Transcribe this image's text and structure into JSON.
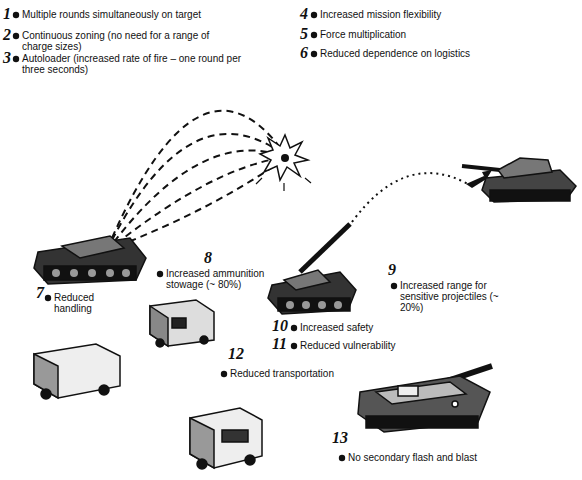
{
  "diagram": {
    "labels": [
      "1",
      "Multiple rounds simultaneously on target",
      "2",
      "Continuous zoning (no need for a range of charge sizes)",
      "3",
      "Autoloader (increased rate of fire – one round per three seconds)",
      "4",
      "Increased mission flexibility",
      "5",
      "Force multiplication",
      "6",
      "Reduced dependence on logistics",
      "7",
      "Reduced handling",
      "8",
      "Increased ammunition stowage (~ 80%)",
      "9",
      "Increased range for sensitive projectiles (~ 20%)",
      "10",
      "Increased safety",
      "11",
      "Reduced vulnerability",
      "12",
      "Reduced transportation",
      "13",
      "No secondary flash and blast"
    ]
  }
}
